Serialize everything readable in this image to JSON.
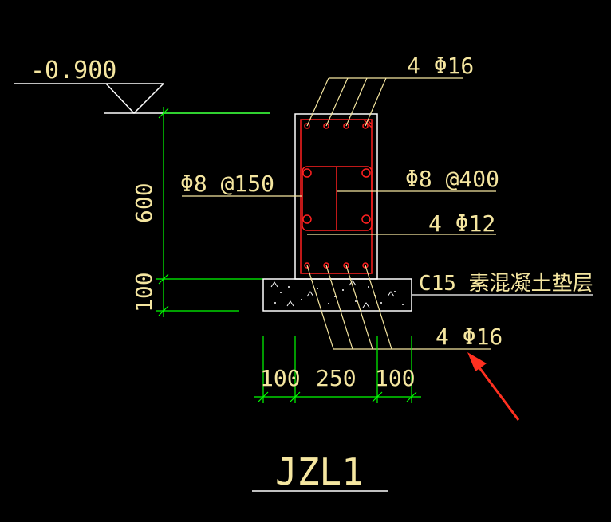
{
  "colors": {
    "background": "#000000",
    "white_line": "#ffffff",
    "green_dim": "#00ff00",
    "red_rebar": "#ff2020",
    "label": "#f5e6a0",
    "arrow": "#ff3020"
  },
  "drawing": {
    "elevation": "-0.900",
    "dim_vertical_beam": "600",
    "dim_vertical_pad": "100",
    "dim_horizontal_left": "100",
    "dim_horizontal_middle": "250",
    "dim_horizontal_right": "100",
    "top_rebar": "4 Φ16",
    "stirrup_main": "Φ8 @150",
    "stirrup_tie": "Φ8 @400",
    "side_rebar": "4 Φ12",
    "pad_note": "C15 素混凝土垫层",
    "bottom_rebar": "4 Φ16",
    "title": "JZL1"
  }
}
